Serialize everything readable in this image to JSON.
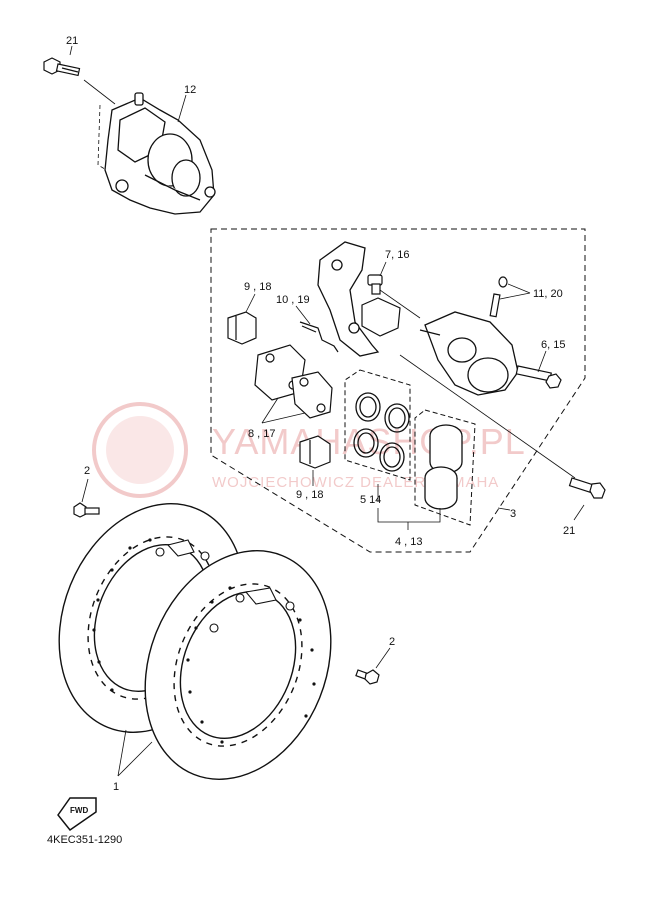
{
  "diagram": {
    "code": "4KEC351-1290",
    "fwd": "FWD",
    "labels": {
      "p21_top": "21",
      "p12": "12",
      "p7_16": "7, 16",
      "p9_18_top": "9 , 18",
      "p10_19": "10 , 19",
      "p11_20": "11, 20",
      "p6_15": "6, 15",
      "p8_17": "8 , 17",
      "p9_18_bot": "9 , 18",
      "p5_14": "5   14",
      "p4_13": "4 , 13",
      "p3": "3",
      "p21_right": "21",
      "p2_top": "2",
      "p2_right": "2",
      "p1": "1"
    }
  },
  "watermark": {
    "line1": "YAMAHASHOP.PL",
    "line2": "WOJCIECHOWICZ DEALER YAMAHA",
    "color": "#e8a0a0"
  }
}
